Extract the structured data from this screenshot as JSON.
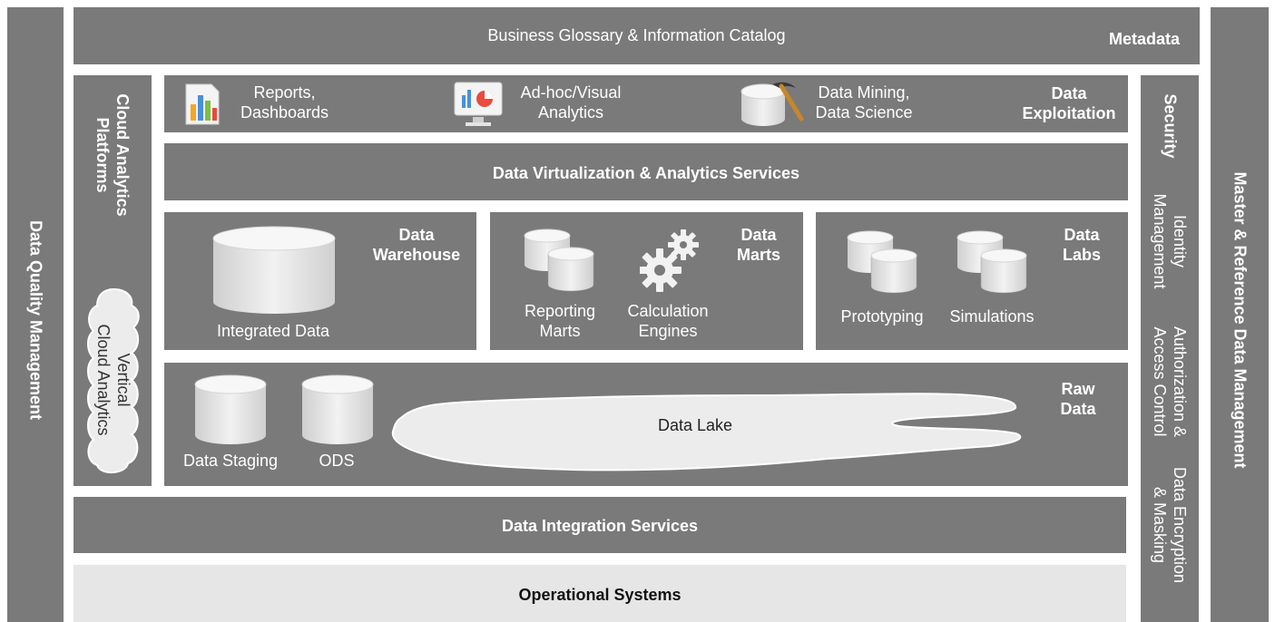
{
  "left_column": {
    "label": "Data Quality Management"
  },
  "right_column": {
    "label": "Master & Reference Data Management"
  },
  "metadata_bar": {
    "title": "Business Glossary & Information Catalog",
    "tag": "Metadata"
  },
  "cloud_column": {
    "title_line1": "Cloud Analytics",
    "title_line2": "Platforms",
    "cloud_line1": "Vertical",
    "cloud_line2": "Cloud Analytics"
  },
  "exploitation": {
    "tag_line1": "Data",
    "tag_line2": "Exploitation",
    "items": [
      {
        "line1": "Reports,",
        "line2": "Dashboards",
        "icon": "bar-chart-report-icon"
      },
      {
        "line1": "Ad-hoc/Visual",
        "line2": "Analytics",
        "icon": "monitor-chart-icon"
      },
      {
        "line1": "Data Mining,",
        "line2": "Data Science",
        "icon": "pickaxe-database-icon"
      }
    ]
  },
  "virtualization": {
    "title": "Data Virtualization & Analytics Services"
  },
  "warehouse": {
    "tag_line1": "Data",
    "tag_line2": "Warehouse",
    "item": "Integrated Data"
  },
  "marts": {
    "tag_line1": "Data",
    "tag_line2": "Marts",
    "reporting_line1": "Reporting",
    "reporting_line2": "Marts",
    "calc_line1": "Calculation",
    "calc_line2": "Engines"
  },
  "labs": {
    "tag_line1": "Data",
    "tag_line2": "Labs",
    "item1": "Prototyping",
    "item2": "Simulations"
  },
  "raw": {
    "tag_line1": "Raw",
    "tag_line2": "Data",
    "staging": "Data Staging",
    "ods": "ODS",
    "lake": "Data Lake"
  },
  "integration": {
    "title": "Data Integration Services"
  },
  "operational": {
    "title": "Operational Systems"
  },
  "security": {
    "title": "Security",
    "items": [
      {
        "line1": "Identity",
        "line2": "Management"
      },
      {
        "line1": "Authorization &",
        "line2": "Access Control"
      },
      {
        "line1": "Data Encryption",
        "line2": "& Masking"
      }
    ]
  },
  "colors": {
    "panel": "#7a7a7a",
    "light_panel": "#e6e6e6",
    "cylinder": "#e4e4e4"
  }
}
